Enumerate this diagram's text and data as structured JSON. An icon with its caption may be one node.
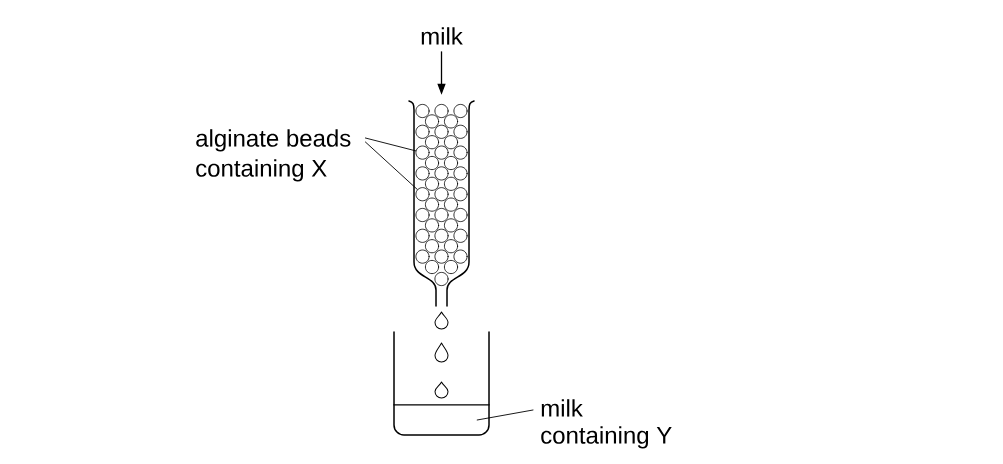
{
  "diagram": {
    "nodes": [
      {
        "text": [
          "milk"
        ]
      },
      {
        "text": [
          "alginate beads containing X"
        ]
      },
      {
        "text": [],
        "shape": "tube"
      },
      {
        "text": [],
        "shape": "circle",
        "in": 2
      },
      {
        "text": [],
        "shape": "circle",
        "in": 2
      },
      {
        "text": [],
        "shape": "circle",
        "in": 2
      },
      {
        "text": [],
        "shape": "circle",
        "in": 2
      },
      {
        "text": [],
        "shape": "circle",
        "in": 2
      },
      {
        "text": [],
        "shape": "circle",
        "in": 2
      },
      {
        "text": [],
        "shape": "circle",
        "in": 2
      },
      {
        "text": [],
        "shape": "circle",
        "in": 2
      },
      {
        "text": [],
        "shape": "circle",
        "in": 2
      },
      {
        "text": [],
        "shape": "circle",
        "in": 2
      },
      {
        "text": [],
        "shape": "circle",
        "in": 2
      },
      {
        "text": [],
        "shape": "circle",
        "in": 2
      },
      {
        "text": [],
        "shape": "circle",
        "in": 2
      },
      {
        "text": [],
        "shape": "circle",
        "in": 2
      },
      {
        "text": [],
        "shape": "circle",
        "in": 2
      },
      {
        "text": [],
        "shape": "circle",
        "in": 2
      },
      {
        "text": [],
        "shape": "circle",
        "in": 2
      },
      {
        "text": [],
        "shape": "circle",
        "in": 2
      },
      {
        "text": [],
        "shape": "circle",
        "in": 2
      },
      {
        "text": [],
        "shape": "circle",
        "in": 2
      },
      {
        "text": [],
        "shape": "circle",
        "in": 2
      },
      {
        "text": [],
        "shape": "circle",
        "in": 2
      },
      {
        "text": [],
        "shape": "circle",
        "in": 2
      },
      {
        "text": [],
        "shape": "circle",
        "in": 2
      },
      {
        "text": [],
        "shape": "circle",
        "in": 2
      },
      {
        "text": [],
        "shape": "circle",
        "in": 2
      },
      {
        "text": [],
        "shape": "circle",
        "in": 2
      },
      {
        "text": [],
        "shape": "circle",
        "in": 2
      },
      {
        "text": [],
        "shape": "circle",
        "in": 2
      },
      {
        "text": [],
        "shape": "circle",
        "in": 2
      },
      {
        "text": [],
        "shape": "circle",
        "in": 2
      },
      {
        "text": [],
        "shape": "circle",
        "in": 2
      },
      {
        "text": [],
        "shape": "circle",
        "in": 2
      },
      {
        "text": [],
        "shape": "circle",
        "in": 2
      },
      {
        "text": [],
        "shape": "circle",
        "in": 2
      },
      {
        "text": [],
        "shape": "circle",
        "in": 2
      },
      {
        "text": [],
        "shape": "circle",
        "in": 2
      },
      {
        "text": [],
        "shape": "circle",
        "in": 2
      },
      {
        "text": [],
        "shape": "circle",
        "in": 2
      },
      {
        "text": [],
        "shape": "circle",
        "in": 2
      },
      {
        "text": [],
        "shape": "circle",
        "in": 2
      },
      {
        "text": [],
        "shape": "beaker"
      },
      {
        "text": [],
        "shape": "liquid",
        "in": 44
      },
      {
        "text": [
          "milk containing Y"
        ]
      }
    ],
    "edges": [
      {
        "from": 0,
        "to": 2,
        "arrow": "to"
      },
      {
        "from": 1,
        "to": 13,
        "arrow": "none"
      },
      {
        "from": 1,
        "to": 23,
        "arrow": "none"
      },
      {
        "from": 46,
        "to": 45,
        "arrow": "none"
      }
    ]
  }
}
